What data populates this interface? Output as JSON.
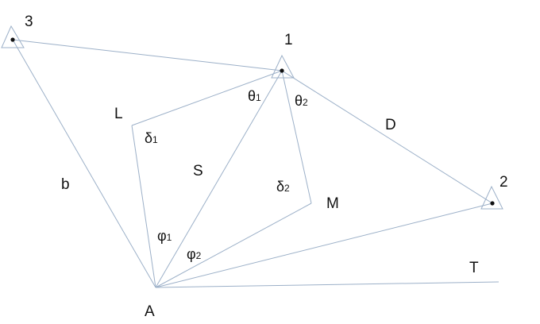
{
  "points": {
    "p3": "3",
    "p1": "1",
    "p2": "2",
    "a": "A"
  },
  "labels": {
    "l": "L",
    "s": "S",
    "m": "M",
    "d": "D",
    "b": "b",
    "t": "T"
  },
  "angles": {
    "theta1": {
      "symbol": "θ",
      "sub": "1"
    },
    "theta2": {
      "symbol": "θ",
      "sub": "2"
    },
    "delta1": {
      "symbol": "δ",
      "sub": "1"
    },
    "delta2": {
      "symbol": "δ",
      "sub": "2"
    },
    "phi1": {
      "symbol": "φ",
      "sub": "1"
    },
    "phi2": {
      "symbol": "φ",
      "sub": "2"
    }
  }
}
